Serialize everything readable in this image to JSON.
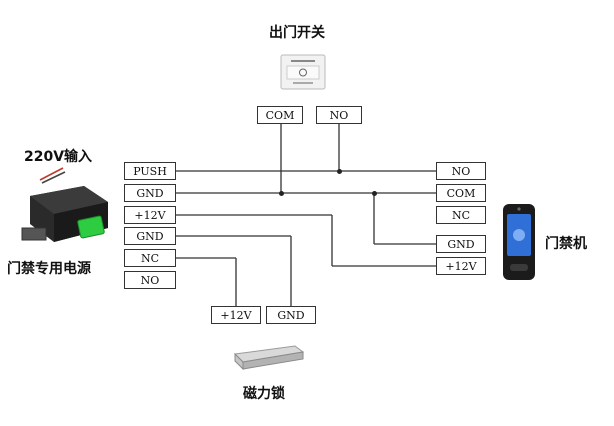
{
  "devices": {
    "exit_button": {
      "label": "出门开关"
    },
    "power_supply": {
      "label": "门禁专用电源",
      "input_label": "220V输入"
    },
    "access_controller": {
      "label": "门禁机"
    },
    "magnetic_lock": {
      "label": "磁力锁"
    }
  },
  "terminals": {
    "button": {
      "com": "COM",
      "no": "NO"
    },
    "power": {
      "push": "PUSH",
      "gnd1": "GND",
      "v12": "+12V",
      "gnd2": "GND",
      "nc": "NC",
      "no": "NO"
    },
    "controller": {
      "no": "NO",
      "com": "COM",
      "nc": "NC",
      "gnd": "GND",
      "v12": "+12V"
    },
    "lock": {
      "v12": "+12V",
      "gnd": "GND"
    }
  }
}
